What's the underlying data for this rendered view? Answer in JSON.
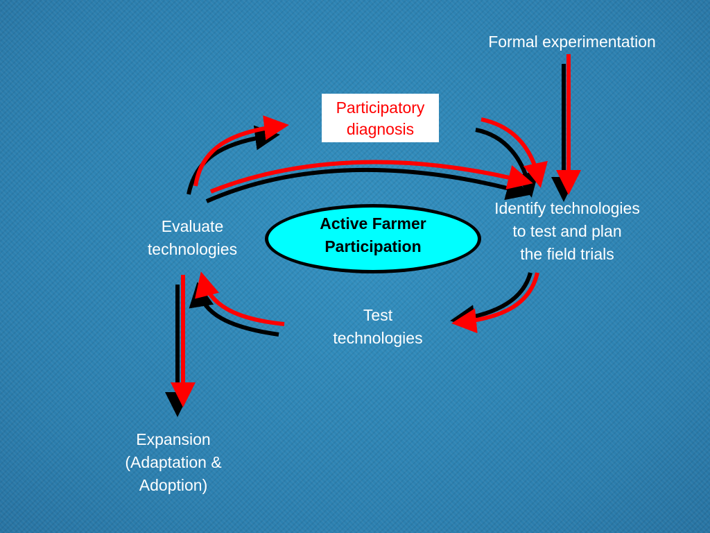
{
  "diagram": {
    "nodes": {
      "formal": "Formal experimentation",
      "participatory": "Participatory\ndiagnosis",
      "identify": "Identify technologies\nto test and plan\nthe field trials",
      "evaluate": "Evaluate\ntechnologies",
      "active": "Active Farmer\nParticipation",
      "test": "Test\ntechnologies",
      "expansion": "Expansion\n(Adaptation &\nAdoption)"
    },
    "colors": {
      "background": "#2f86b6",
      "arrow_red": "#ff0000",
      "arrow_black": "#000000",
      "ellipse_fill": "#00ffff",
      "participatory_text": "#ff0000",
      "label_text": "#ffffff"
    }
  }
}
